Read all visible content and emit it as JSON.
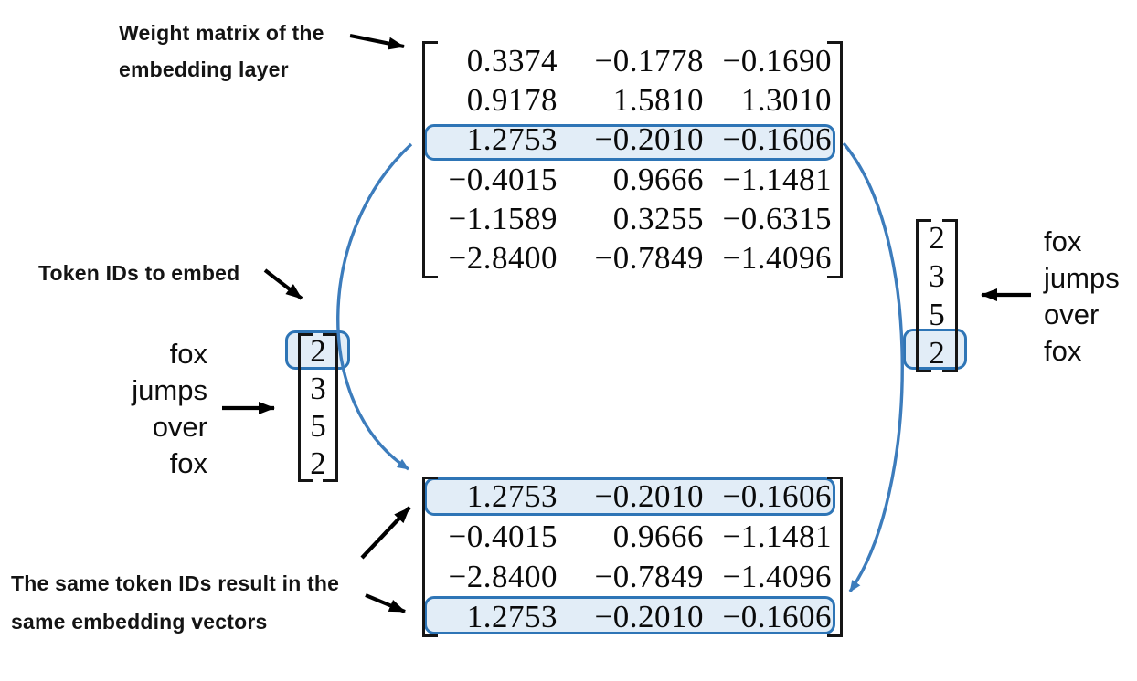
{
  "labels": {
    "weight_matrix_line1": "Weight matrix of the",
    "weight_matrix_line2": "embedding layer",
    "token_ids": "Token IDs to embed",
    "same_ids_line1": "The same token IDs result in the",
    "same_ids_line2": "same embedding vectors"
  },
  "weight_matrix": {
    "rows": [
      [
        "0.3374",
        "−0.1778",
        "−0.1690"
      ],
      [
        "0.9178",
        "1.5810",
        "1.3010"
      ],
      [
        "1.2753",
        "−0.2010",
        "−0.1606"
      ],
      [
        "−0.4015",
        "0.9666",
        "−1.1481"
      ],
      [
        "−1.1589",
        "0.3255",
        "−0.6315"
      ],
      [
        "−2.8400",
        "−0.7849",
        "−1.4096"
      ]
    ],
    "highlighted_row_index": 2
  },
  "embedding_matrix": {
    "rows": [
      [
        "1.2753",
        "−0.2010",
        "−0.1606"
      ],
      [
        "−0.4015",
        "0.9666",
        "−1.1481"
      ],
      [
        "−2.8400",
        "−0.7849",
        "−1.4096"
      ],
      [
        "1.2753",
        "−0.2010",
        "−0.1606"
      ]
    ],
    "highlighted_row_indices": [
      0,
      3
    ]
  },
  "left_tokens": {
    "words": [
      "fox",
      "jumps",
      "over",
      "fox"
    ],
    "ids": [
      "2",
      "3",
      "5",
      "2"
    ],
    "highlighted_index": 0
  },
  "right_tokens": {
    "words": [
      "fox",
      "jumps",
      "over",
      "fox"
    ],
    "ids": [
      "2",
      "3",
      "5",
      "2"
    ],
    "highlighted_index": 3
  },
  "colors": {
    "highlight_border": "#2e75b6",
    "highlight_fill": "#dce8f4",
    "connector_curve": "#3c7cbc",
    "arrow": "#000000",
    "text": "#0a0a0a"
  }
}
